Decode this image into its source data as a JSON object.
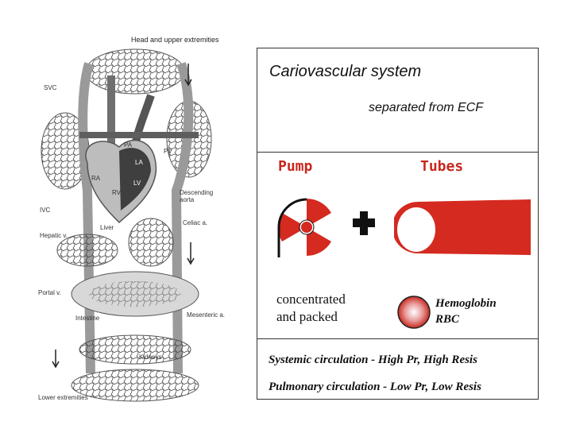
{
  "diagram": {
    "labels": {
      "head": "Head and upper extremities",
      "svc": "SVC",
      "pa": "PA",
      "pv": "PV",
      "la": "LA",
      "ra": "RA",
      "lv": "LV",
      "rv": "RV",
      "descending_aorta": "Descending\naorta",
      "ivc": "IVC",
      "celiac": "Celiac a.",
      "liver": "Liver",
      "hepatic": "Hepatic v.",
      "portal": "Portal v.",
      "mesenteric": "Mesenteric a.",
      "intestine": "Intestine",
      "kidneys": "Kidneys",
      "lower": "Lower extremities"
    }
  },
  "panel": {
    "title": "Cariovascular system",
    "subtitle": "separated from ECF",
    "pump_label": "Pump",
    "tubes_label": "Tubes",
    "concentrated": "concentrated\nand packed",
    "hemoglobin": "Hemoglobin\nRBC",
    "systemic": "Systemic circulation - High Pr, High Resis",
    "pulmonary": "Pulmonary circulation - Low Pr, Low Resis"
  },
  "colors": {
    "red": "#d42a20",
    "border": "#333333",
    "vessel_gray": "#9a9a9a"
  }
}
